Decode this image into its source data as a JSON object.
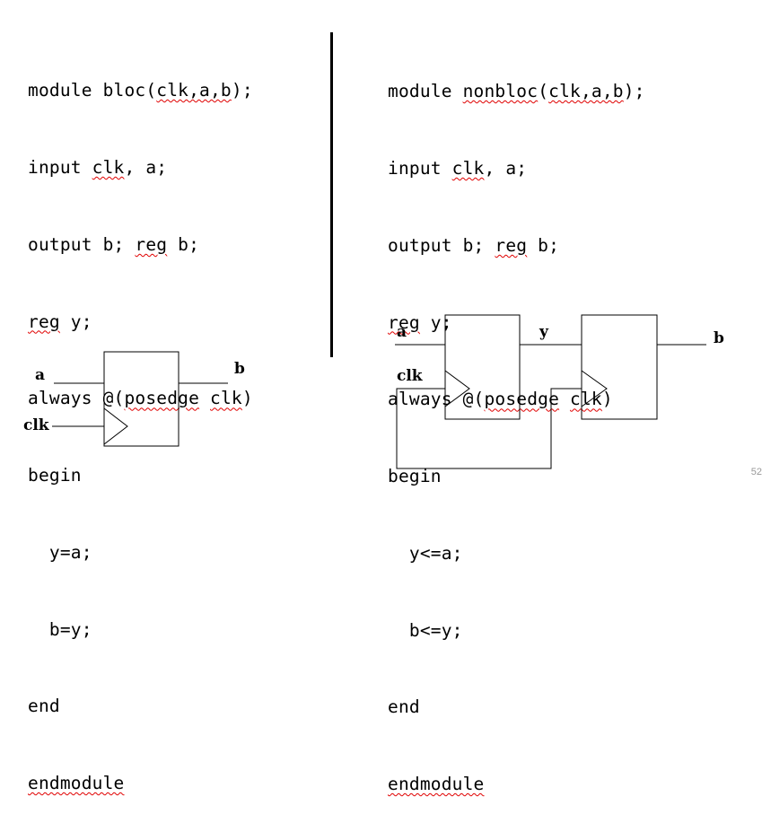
{
  "left_code": {
    "l1": {
      "a": "module bloc(",
      "b": "clk,a,b",
      "c": ");"
    },
    "l2": {
      "a": "input ",
      "b": "clk",
      "c": ", a;"
    },
    "l3": {
      "a": "output b; ",
      "b": "reg",
      "c": " b;"
    },
    "l4": {
      "b": "reg",
      "c": " y;"
    },
    "l5": {
      "a": "always @(",
      "b": "posedge",
      "c": " ",
      "d": "clk",
      "e": ")"
    },
    "l6": "begin",
    "l7": "  y=a;",
    "l8": "  b=y;",
    "l9": "end",
    "l10": "endmodule"
  },
  "right_code": {
    "l1": {
      "a": "module ",
      "b": "nonbloc",
      "c": "(",
      "d": "clk,a,b",
      "e": ");"
    },
    "l2": {
      "a": "input ",
      "b": "clk",
      "c": ", a;"
    },
    "l3": {
      "a": "output b; ",
      "b": "reg",
      "c": " b;"
    },
    "l4": {
      "b": "reg",
      "c": " y;"
    },
    "l5": {
      "a": "always @(",
      "b": "posedge",
      "c": " ",
      "d": "clk",
      "e": ")"
    },
    "l6": "begin",
    "l7": "  y<=a;",
    "l8": "  b<=y;",
    "l9": "end",
    "l10": "endmodule"
  },
  "left_diagram": {
    "input_a": "a",
    "input_clk": "clk",
    "output_b": "b"
  },
  "right_diagram": {
    "input_a": "a",
    "input_clk": "clk",
    "mid_y": "y",
    "output_b": "b"
  },
  "page_number": "52"
}
